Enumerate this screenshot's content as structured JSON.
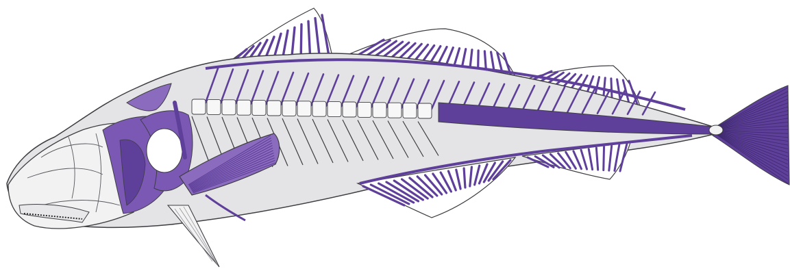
{
  "figure": {
    "subject": "fish-skeleton",
    "highlighted_groups": [
      "dorsal-fin-rays",
      "anal-fin-rays",
      "caudal-fin",
      "posterior-vertebral-column",
      "pectoral-fin",
      "pectoral-girdle",
      "opercular-series"
    ]
  },
  "colors": {
    "background": "#ffffff",
    "body_fill": "#e4e4e6",
    "bone_fill": "#f2f2f3",
    "outline": "#3d3d42",
    "highlight": "#5e3f9a",
    "highlight_light": "#8a6bbd"
  }
}
